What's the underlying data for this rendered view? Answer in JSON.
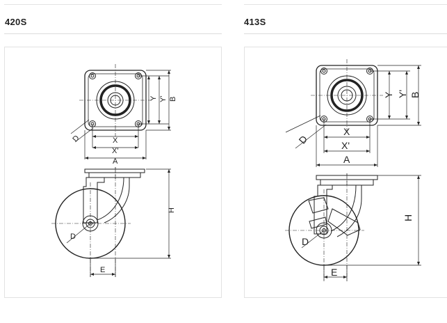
{
  "models": [
    {
      "title": "420S",
      "labels": {
        "a": "A",
        "b": "B",
        "x": "X",
        "x_prime": "X'",
        "y": "Y",
        "y_prime": "Y'",
        "d": "D",
        "h": "H",
        "e": "E"
      }
    },
    {
      "title": "413S",
      "labels": {
        "a": "A",
        "b": "B",
        "x": "X",
        "x_prime": "X'",
        "y": "Y",
        "y_prime": "Y'",
        "d": "D",
        "h": "H",
        "e": "E"
      }
    }
  ]
}
